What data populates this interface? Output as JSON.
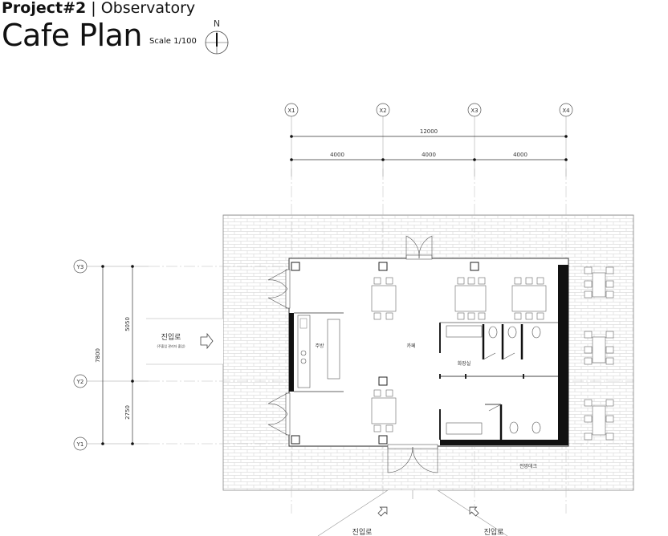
{
  "header": {
    "project": "Project#2",
    "separator": "|",
    "subtitle": "Observatory",
    "title": "Cafe Plan",
    "scale": "Scale 1/100"
  },
  "north": {
    "letter": "N"
  },
  "grid": {
    "columns": [
      "X1",
      "X2",
      "X3",
      "X4"
    ],
    "rows": [
      "Y3",
      "Y2",
      "Y1"
    ],
    "overall_x": "12000",
    "spans_x": [
      "4000",
      "4000",
      "4000"
    ],
    "overall_y": "7800",
    "spans_y": [
      "5050",
      "2750"
    ]
  },
  "rooms": {
    "kitchen": "주방",
    "cafe": "카페",
    "restroom": "화장실",
    "deck": "전망데크"
  },
  "entrances": {
    "west_label": "진입로",
    "west_note": "(주출입 관리자 출입)",
    "south_left": "진입로",
    "south_right": "진입로"
  }
}
